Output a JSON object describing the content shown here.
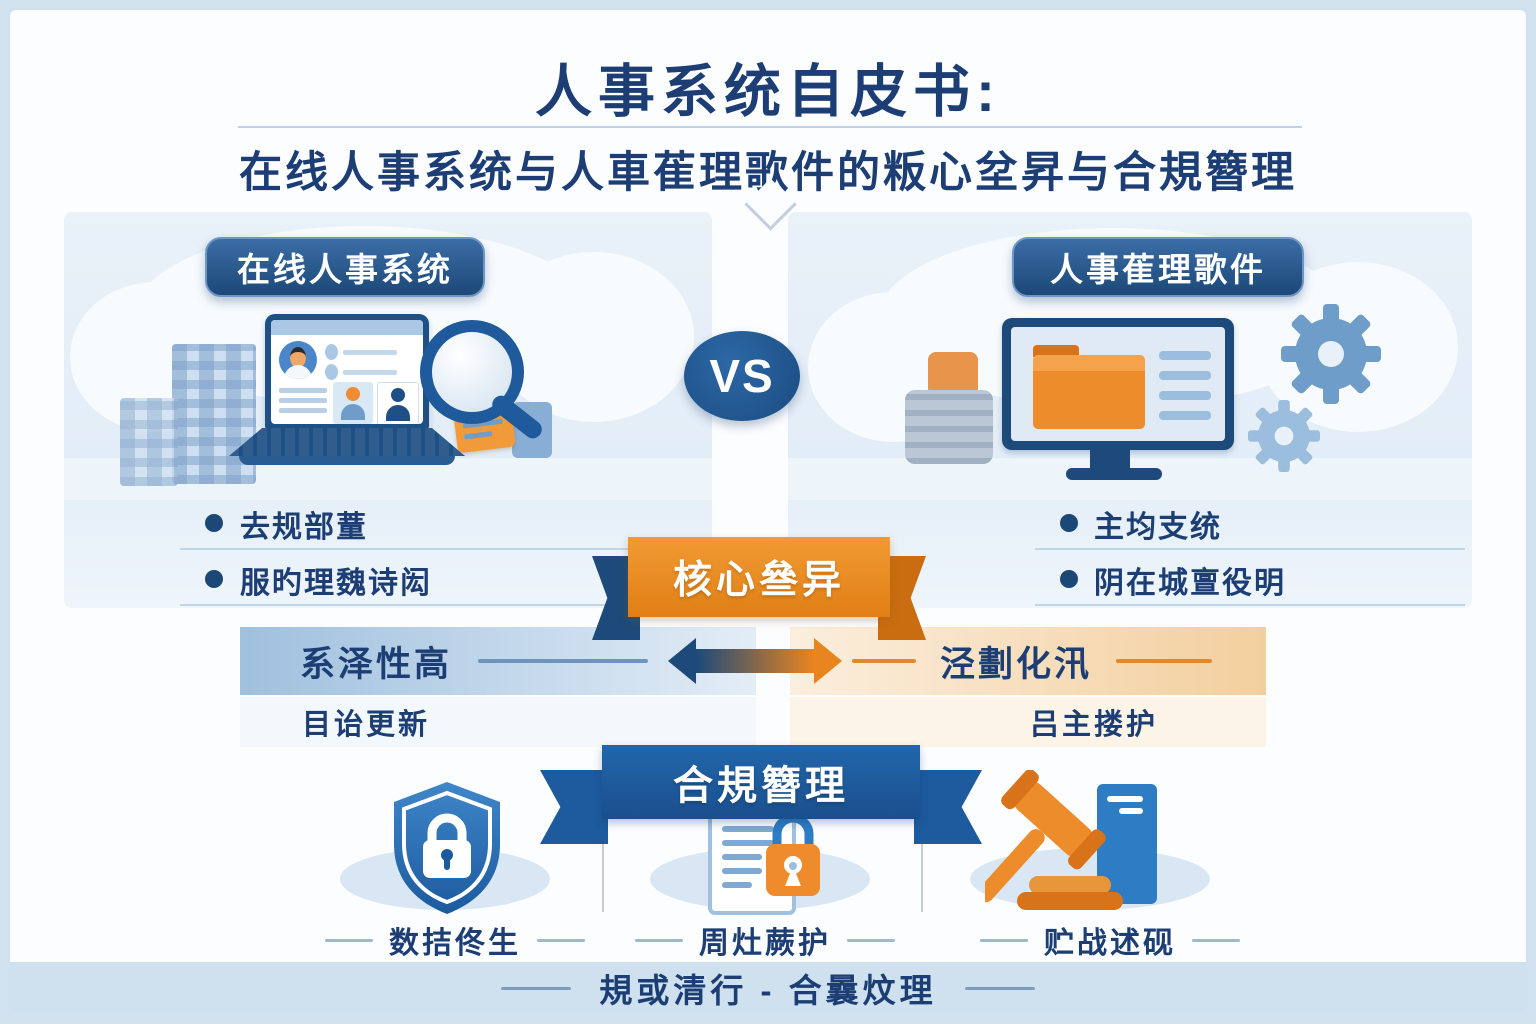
{
  "page": {
    "title": "人事系统自皮书:",
    "subtitle": "在线人事系统与人車萑理歌件的粄心坌昇与合規簪理",
    "footer": {
      "text": "規或清行 - 合曩炆理"
    }
  },
  "versus": {
    "label": "VS"
  },
  "panels": {
    "left": {
      "header": "在线人事系统",
      "bullets": [
        "去规部蕫",
        "服旳理魏诗闳"
      ]
    },
    "right": {
      "header": "人事萑理歌件",
      "bullets": [
        "主均支统",
        "阴在城亶役明"
      ]
    }
  },
  "comparison": {
    "banner": "核心叄异",
    "left": {
      "title": "系泽性高",
      "subtitle": "目诒更新"
    },
    "right": {
      "title": "泾劃化汛",
      "subtitle": "吕主搂护"
    }
  },
  "compliance": {
    "banner": "合規簪理",
    "items": [
      {
        "icon": "shield-lock-icon",
        "label": "数拮佟生"
      },
      {
        "icon": "document-lock-icon",
        "label": "周灶蕨护"
      },
      {
        "icon": "gavel-icon",
        "label": "贮战述砚"
      }
    ]
  },
  "colors": {
    "navy_text": "#1c3e74",
    "pill_blue": "#1c4878",
    "banner_orange": "#e8851f",
    "banner_blue": "#1d5a9e",
    "panel_bg": "#e9f1f9",
    "footer_band": "#cfe1ef",
    "accent_orange": "#ec8c2a",
    "accent_blue": "#2e7cc4"
  }
}
